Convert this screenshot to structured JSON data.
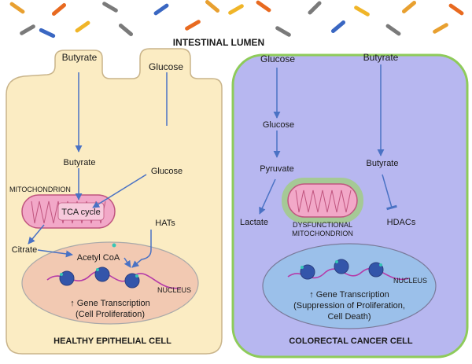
{
  "colors": {
    "healthy_cell_fill": "#fbecc3",
    "healthy_cell_stroke": "#c9b48a",
    "cancer_cell_fill": "#b7b7f0",
    "cancer_cell_stroke": "#8ecb5a",
    "arrow": "#4a72c4",
    "healthy_nucleus_fill": "#f2c9b2",
    "cancer_nucleus_fill": "#9bc0ea",
    "mitochondrion_fill": "#f2a8c8",
    "mitochondrion_stroke": "#c0557f",
    "mito_halo": "#9fcf78",
    "chromatin": "#3355aa",
    "dna_strand": "#b53aa8",
    "acetyl_marker": "#36c6b6",
    "bacteria": [
      "#e8a030",
      "#7a7a7a",
      "#e86a20",
      "#3a67c2",
      "#f0b528"
    ]
  },
  "lumen": {
    "label": "INTESTINAL LUMEN"
  },
  "healthy_cell": {
    "title": "HEALTHY EPITHELIAL CELL",
    "butyrate_top": "Butyrate",
    "glucose_top": "Glucose",
    "butyrate_inner": "Butyrate",
    "glucose_inner": "Glucose",
    "mitochondrion_label": "MITOCHONDRION",
    "tca_cycle": "TCA cycle",
    "hats": "HATs",
    "citrate": "Citrate",
    "acetyl_coa": "Acetyl CoA",
    "nucleus_label": "NUCLEUS",
    "transcription_line1": "↑ Gene Transcription",
    "transcription_line2": "(Cell Proliferation)"
  },
  "cancer_cell": {
    "title": "COLORECTAL CANCER CELL",
    "glucose_top": "Glucose",
    "butyrate_top": "Butyrate",
    "glucose_inner": "Glucose",
    "pyruvate": "Pyruvate",
    "butyrate_inner": "Butyrate",
    "lactate": "Lactate",
    "hdacs": "HDACs",
    "mito_label_line1": "DYSFUNCTIONAL",
    "mito_label_line2": "MITOCHONDRION",
    "nucleus_label": "NUCLEUS",
    "transcription_line1": "↑ Gene Transcription",
    "transcription_line2": "(Suppression of Proliferation,",
    "transcription_line3": "Cell Death)"
  }
}
